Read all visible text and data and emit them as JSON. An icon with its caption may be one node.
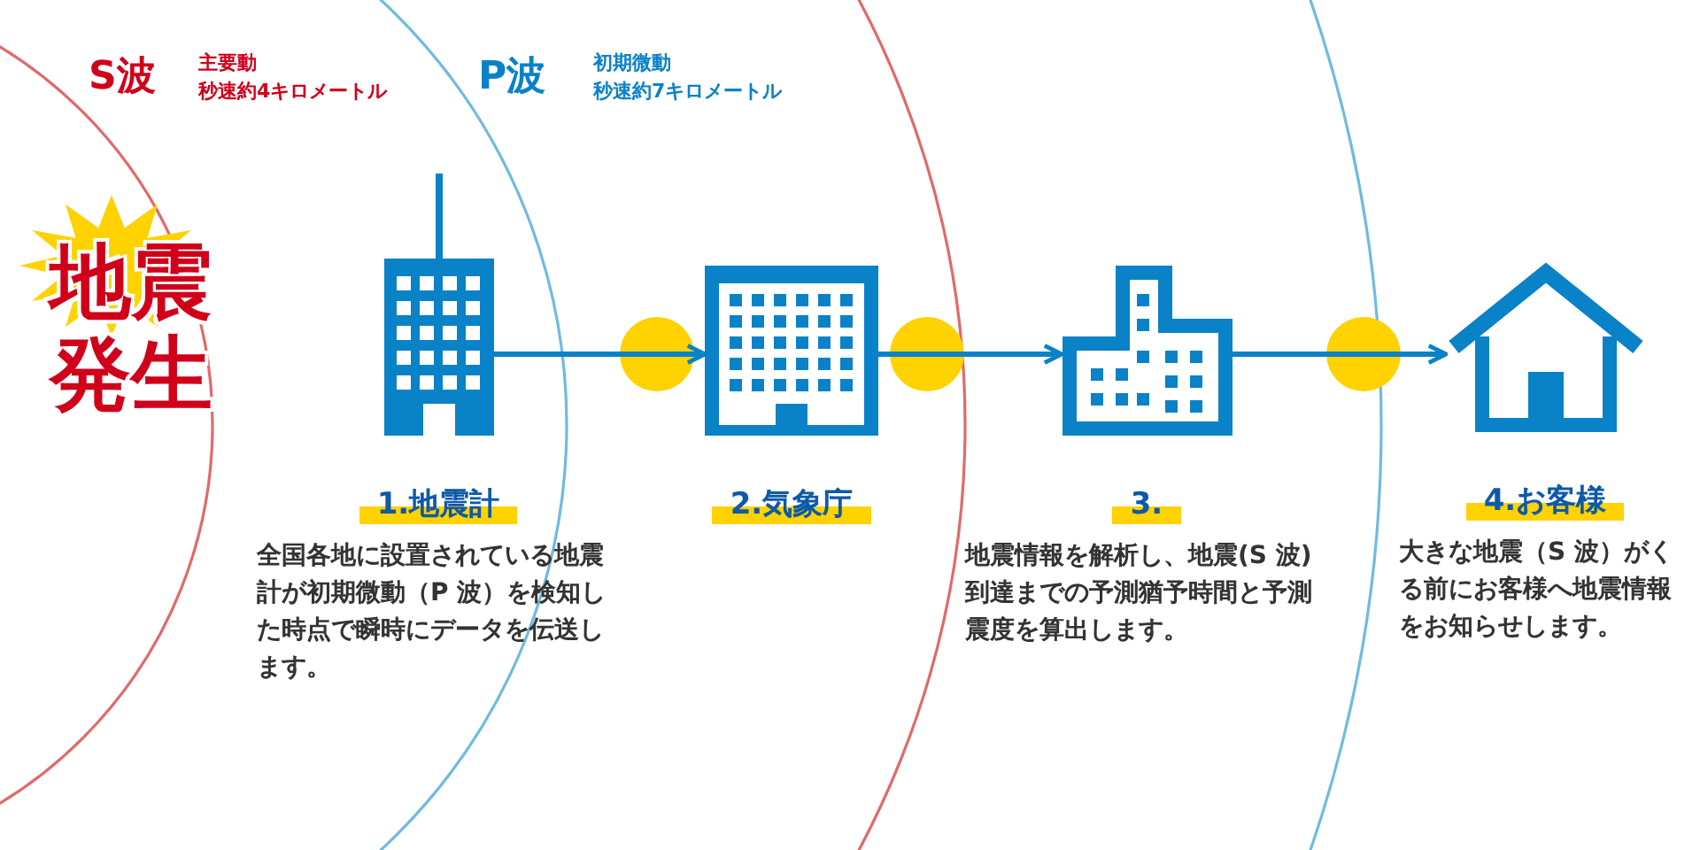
{
  "diagram": {
    "nodes": [
      {
        "text": [
          "地震発生"
        ]
      },
      {
        "text": [
          "1.地震計",
          "全国各地に設置されている地震計が初期微動（P 波）を検知した時点で瞬時にデータを伝送します。"
        ]
      },
      {
        "text": [
          "2.気象庁"
        ]
      },
      {
        "text": [
          "3.",
          "地震情報を解析し、地震(S 波)到達までの予測猶予時間と予測震度を算出します。"
        ]
      },
      {
        "text": [
          "4.お客様",
          "大きな地震（S 波）がくる前にお客様へ地震情報をお知らせします。"
        ]
      }
    ],
    "edges": [
      {
        "from": 1,
        "to": 2,
        "arrow": "to"
      },
      {
        "from": 2,
        "to": 3,
        "arrow": "to"
      },
      {
        "from": 3,
        "to": 4,
        "arrow": "to"
      }
    ],
    "labels": [
      "S波",
      "主要動",
      "秒速約4キロメートル",
      "P波",
      "初期微動",
      "秒速約7キロメートル"
    ]
  }
}
